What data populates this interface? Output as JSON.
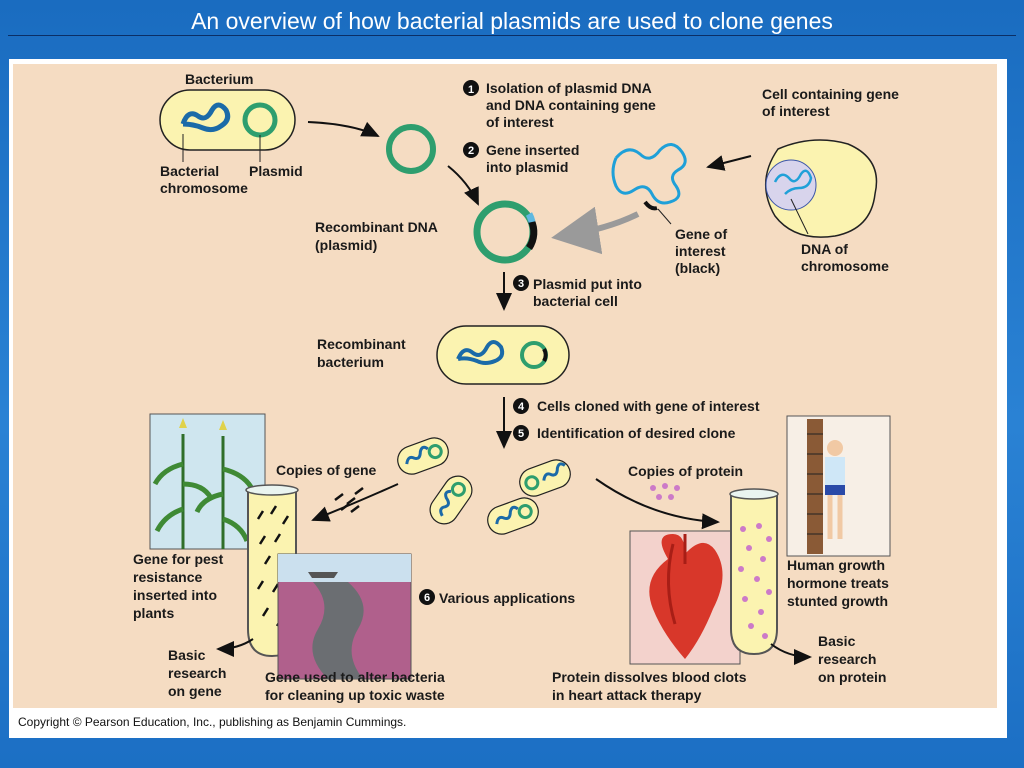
{
  "title": "An overview of how bacterial plasmids are used to clone genes",
  "labels": {
    "bacterium": "Bacterium",
    "bacterial_chromosome_1": "Bacterial",
    "bacterial_chromosome_2": "chromosome",
    "plasmid": "Plasmid",
    "step1_l1": "Isolation of plasmid DNA",
    "step1_l2": "and DNA containing gene",
    "step1_l3": "of interest",
    "cell_gene_1": "Cell containing gene",
    "cell_gene_2": "of interest",
    "step2_l1": "Gene inserted",
    "step2_l2": "into plasmid",
    "recombinant_dna_1": "Recombinant DNA",
    "recombinant_dna_2": "(plasmid)",
    "gene_interest_1": "Gene of",
    "gene_interest_2": "interest",
    "gene_interest_3": "(black)",
    "dna_chromosome_1": "DNA of",
    "dna_chromosome_2": "chromosome",
    "step3_l1": "Plasmid put into",
    "step3_l2": "bacterial cell",
    "recombinant_bacterium_1": "Recombinant",
    "recombinant_bacterium_2": "bacterium",
    "step4": "Cells cloned with gene of interest",
    "step5": "Identification of desired clone",
    "copies_gene": "Copies of gene",
    "copies_protein": "Copies of protein",
    "pest_1": "Gene for pest",
    "pest_2": "resistance",
    "pest_3": "inserted into",
    "pest_4": "plants",
    "step6": "Various applications",
    "hgh_1": "Human growth",
    "hgh_2": "hormone treats",
    "hgh_3": "stunted growth",
    "basic_gene_1": "Basic",
    "basic_gene_2": "research",
    "basic_gene_3": "on gene",
    "waste_1": "Gene used to alter bacteria",
    "waste_2": "for cleaning up toxic waste",
    "clot_1": "Protein dissolves blood clots",
    "clot_2": "in heart attack therapy",
    "basic_protein_1": "Basic",
    "basic_protein_2": "research",
    "basic_protein_3": "on protein"
  },
  "steps": [
    "1",
    "2",
    "3",
    "4",
    "5",
    "6"
  ],
  "copyright": "Copyright © Pearson Education, Inc., publishing as Benjamin Cummings.",
  "colors": {
    "background": "#1f74c4",
    "figure_bg": "#f5dcc2",
    "cell_fill": "#fbf3b0",
    "plasmid": "#2e9e6e",
    "chromosome": "#1b6aa8",
    "gene": "#1fa0d8",
    "protein": "#cc7ac8"
  }
}
